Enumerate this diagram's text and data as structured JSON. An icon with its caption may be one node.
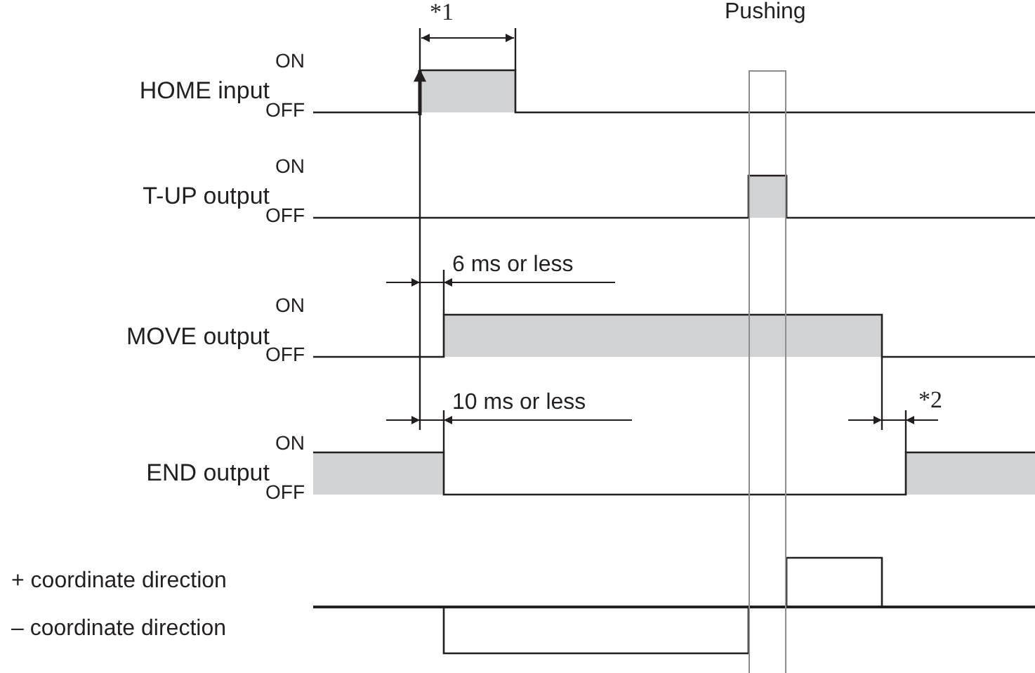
{
  "diagram": {
    "nodes": [
      {
        "text": [
          "Pushing"
        ]
      }
    ],
    "labels": [
      "*1",
      "HOME input",
      "ON",
      "OFF",
      "T-UP output",
      "ON",
      "OFF",
      "6 ms or less",
      "MOVE output",
      "ON",
      "OFF",
      "10 ms or less",
      "*2",
      "END output",
      "ON",
      "OFF",
      "+ coordinate direction",
      "– coordinate direction"
    ]
  }
}
